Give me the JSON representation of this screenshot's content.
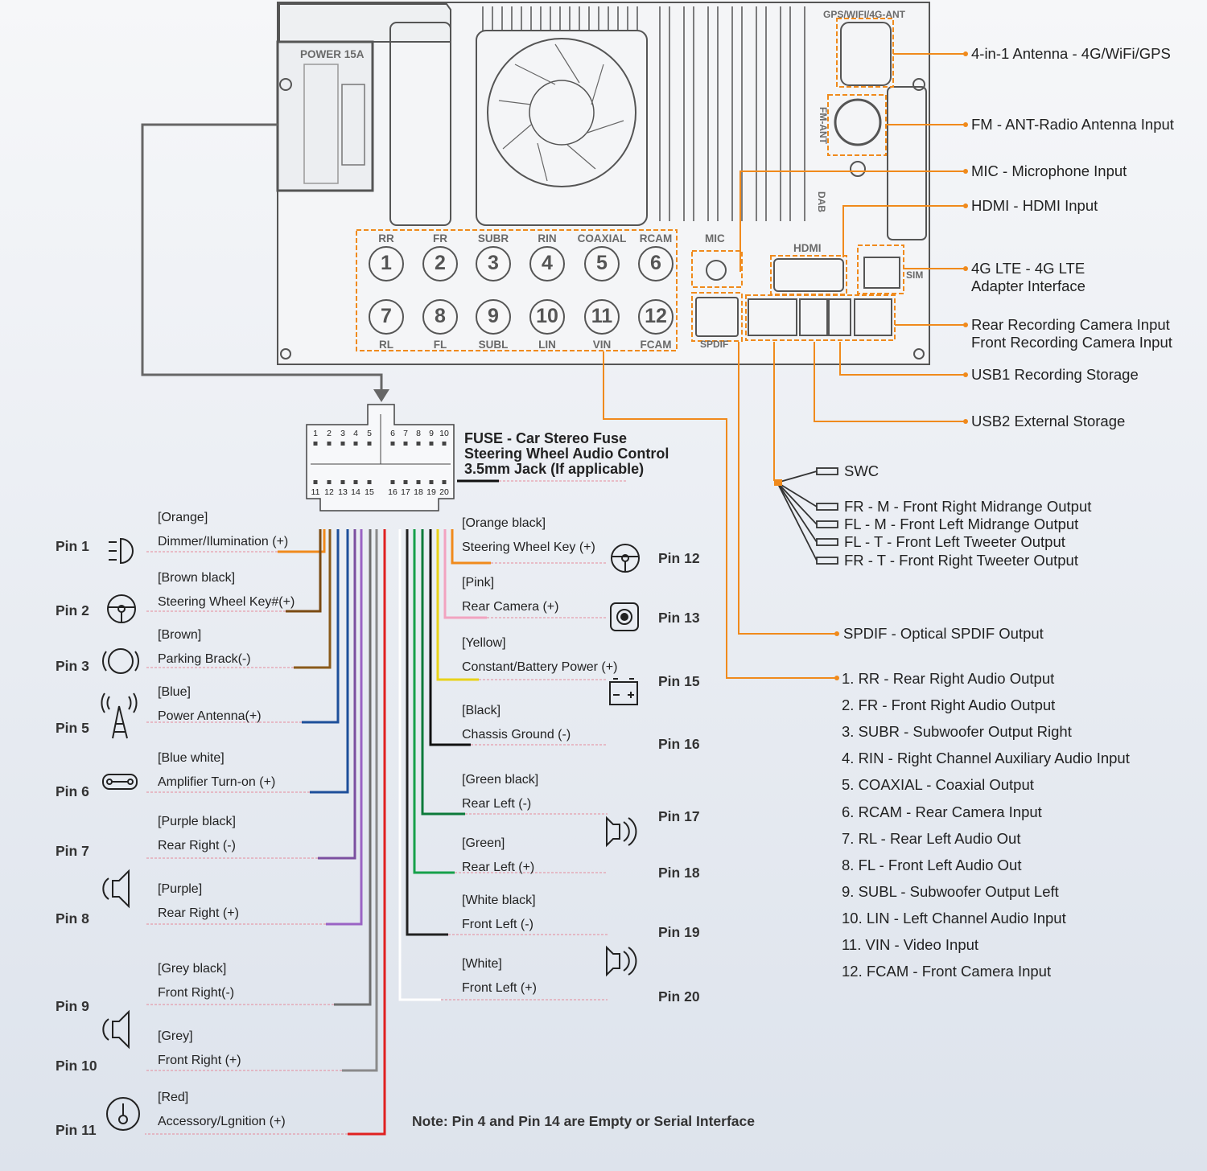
{
  "device": {
    "power_label": "POWER 15A",
    "ant_label": "GPS/WIFI/4G-ANT",
    "fm_label": "FM-ANT",
    "dab_label": "DAB",
    "mic_label": "MIC",
    "hdmi_label": "HDMI",
    "sim_label": "SIM",
    "spdif_label": "SPDIF",
    "ports_top": [
      {
        "name": "RR",
        "num": "1"
      },
      {
        "name": "FR",
        "num": "2"
      },
      {
        "name": "SUBR",
        "num": "3"
      },
      {
        "name": "RIN",
        "num": "4"
      },
      {
        "name": "COAXIAL",
        "num": "5"
      },
      {
        "name": "RCAM",
        "num": "6"
      }
    ],
    "ports_bottom": [
      {
        "name": "RL",
        "num": "7"
      },
      {
        "name": "FL",
        "num": "8"
      },
      {
        "name": "SUBL",
        "num": "9"
      },
      {
        "name": "LIN",
        "num": "10"
      },
      {
        "name": "VIN",
        "num": "11"
      },
      {
        "name": "FCAM",
        "num": "12"
      }
    ]
  },
  "callouts": {
    "antenna": "4-in-1 Antenna - 4G/WiFi/GPS",
    "fm": "FM - ANT-Radio Antenna Input",
    "mic": "MIC - Microphone Input",
    "hdmi": "HDMI - HDMI Input",
    "lte_1": "4G LTE - 4G LTE",
    "lte_2": "Adapter Interface",
    "cam_rear": "Rear Recording Camera Input",
    "cam_front": "Front Recording Camera Input",
    "usb1": "USB1 Recording Storage",
    "usb2": "USB2 External Storage",
    "spdif": "SPDIF - Optical SPDIF Output"
  },
  "swc": {
    "label": "SWC",
    "outputs": [
      "FR - M - Front Right Midrange Output",
      "FL - M - Front Left Midrange Output",
      "FL - T - Front Left Tweeter Output",
      "FR - T - Front Right Tweeter Output"
    ]
  },
  "connector": {
    "top_pins": [
      "1",
      "2",
      "3",
      "4",
      "5",
      "6",
      "7",
      "8",
      "9",
      "10"
    ],
    "bottom_pins": [
      "11",
      "12",
      "13",
      "14",
      "15",
      "16",
      "17",
      "18",
      "19",
      "20"
    ],
    "fuse_lines": [
      "FUSE - Car Stereo Fuse",
      "Steering Wheel Audio Control",
      "3.5mm Jack (If applicable)"
    ]
  },
  "left_wires": [
    {
      "pin": "Pin 1",
      "color_label": "[Orange]",
      "function": "Dimmer/Ilumination (+)",
      "color": "#f08a1c",
      "icon": "headlight-icon"
    },
    {
      "pin": "Pin 2",
      "color_label": "[Brown black]",
      "function": "Steering Wheel Key#(+)",
      "color": "#7a4a12",
      "icon": "steering-wheel-icon"
    },
    {
      "pin": "Pin 3",
      "color_label": "[Brown]",
      "function": "Parking Brack(-)",
      "color": "#8a5a1a",
      "icon": "parking-brake-icon"
    },
    {
      "pin": "Pin 5",
      "color_label": "[Blue]",
      "function": "Power Antenna(+)",
      "color": "#1d4f9a",
      "icon": "antenna-icon"
    },
    {
      "pin": "Pin 6",
      "color_label": "[Blue white]",
      "function": "Amplifier Turn-on (+)",
      "color": "#1d4f9a",
      "icon": "amplifier-icon"
    },
    {
      "pin": "Pin 7",
      "color_label": "[Purple black]",
      "function": "Rear Right (-)",
      "color": "#7b4fa0",
      "icon": "speaker-icon"
    },
    {
      "pin": "Pin 8",
      "color_label": "[Purple]",
      "function": "Rear Right (+)",
      "color": "#9a63c4",
      "icon": ""
    },
    {
      "pin": "Pin 9",
      "color_label": "[Grey black]",
      "function": "Front Right(-)",
      "color": "#6e6e6e",
      "icon": "speaker-icon"
    },
    {
      "pin": "Pin 10",
      "color_label": "[Grey]",
      "function": "Front Right (+)",
      "color": "#8a8a8a",
      "icon": ""
    },
    {
      "pin": "Pin 11",
      "color_label": "[Red]",
      "function": "Accessory/Lgnition (+)",
      "color": "#e02020",
      "icon": "ignition-icon"
    }
  ],
  "right_wires": [
    {
      "pin": "Pin 12",
      "color_label": "[Orange black]",
      "function": "Steering Wheel Key (+)",
      "color": "#f08a1c",
      "icon": "steering-wheel-icon"
    },
    {
      "pin": "Pin 13",
      "color_label": "[Pink]",
      "function": "Rear Camera (+)",
      "color": "#f2a3c0",
      "icon": "camera-icon"
    },
    {
      "pin": "Pin 15",
      "color_label": "[Yellow]",
      "function": "Constant/Battery Power (+)",
      "color": "#e8d21a",
      "icon": "battery-icon"
    },
    {
      "pin": "Pin 16",
      "color_label": "[Black]",
      "function": "Chassis Ground (-)",
      "color": "#111111",
      "icon": ""
    },
    {
      "pin": "Pin 17",
      "color_label": "[Green black]",
      "function": "Rear Left (-)",
      "color": "#0c7a3a",
      "icon": "speaker-icon"
    },
    {
      "pin": "Pin 18",
      "color_label": "[Green]",
      "function": "Rear Left (+)",
      "color": "#16a04a",
      "icon": ""
    },
    {
      "pin": "Pin 19",
      "color_label": "[White black]",
      "function": "Front Left (-)",
      "color": "#222222",
      "icon": "speaker-icon"
    },
    {
      "pin": "Pin 20",
      "color_label": "[White]",
      "function": "Front Left (+)",
      "color": "#ffffff",
      "icon": ""
    }
  ],
  "port_list": [
    "1. RR - Rear Right Audio Output",
    "2. FR - Front Right Audio Output",
    "3. SUBR - Subwoofer Output Right",
    "4. RIN - Right Channel Auxiliary Audio Input",
    "5. COAXIAL - Coaxial Output",
    "6. RCAM - Rear Camera Input",
    "7. RL - Rear Left Audio Out",
    "8. FL - Front Left Audio Out",
    "9. SUBL - Subwoofer Output Left",
    "10. LIN - Left Channel Audio Input",
    "11. VIN - Video Input",
    "12. FCAM - Front Camera Input"
  ],
  "note": "Note: Pin 4 and Pin 14 are Empty or Serial Interface",
  "colors": {
    "accent": "#f08a1c",
    "outline": "#555555"
  }
}
